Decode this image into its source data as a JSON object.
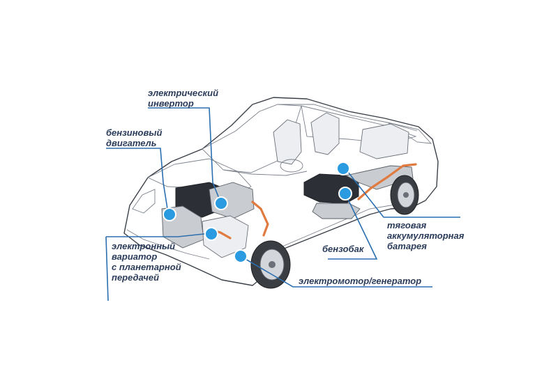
{
  "labels": {
    "inverter": [
      "электрический",
      "инвертор"
    ],
    "engine": [
      "бензиновый",
      "двигатель"
    ],
    "variator": [
      "электронный",
      "вариатор",
      "с планетарной",
      "передачей"
    ],
    "fuel_tank": "бензобак",
    "battery": [
      "тяговая",
      "аккумуляторная",
      "батарея"
    ],
    "motor": "электромотор/генератор"
  },
  "colors": {
    "label_text": "#2b3c5a",
    "marker": "#2a9be0",
    "leader_line": "#2b6fb0",
    "cable": "#e07a3f"
  }
}
